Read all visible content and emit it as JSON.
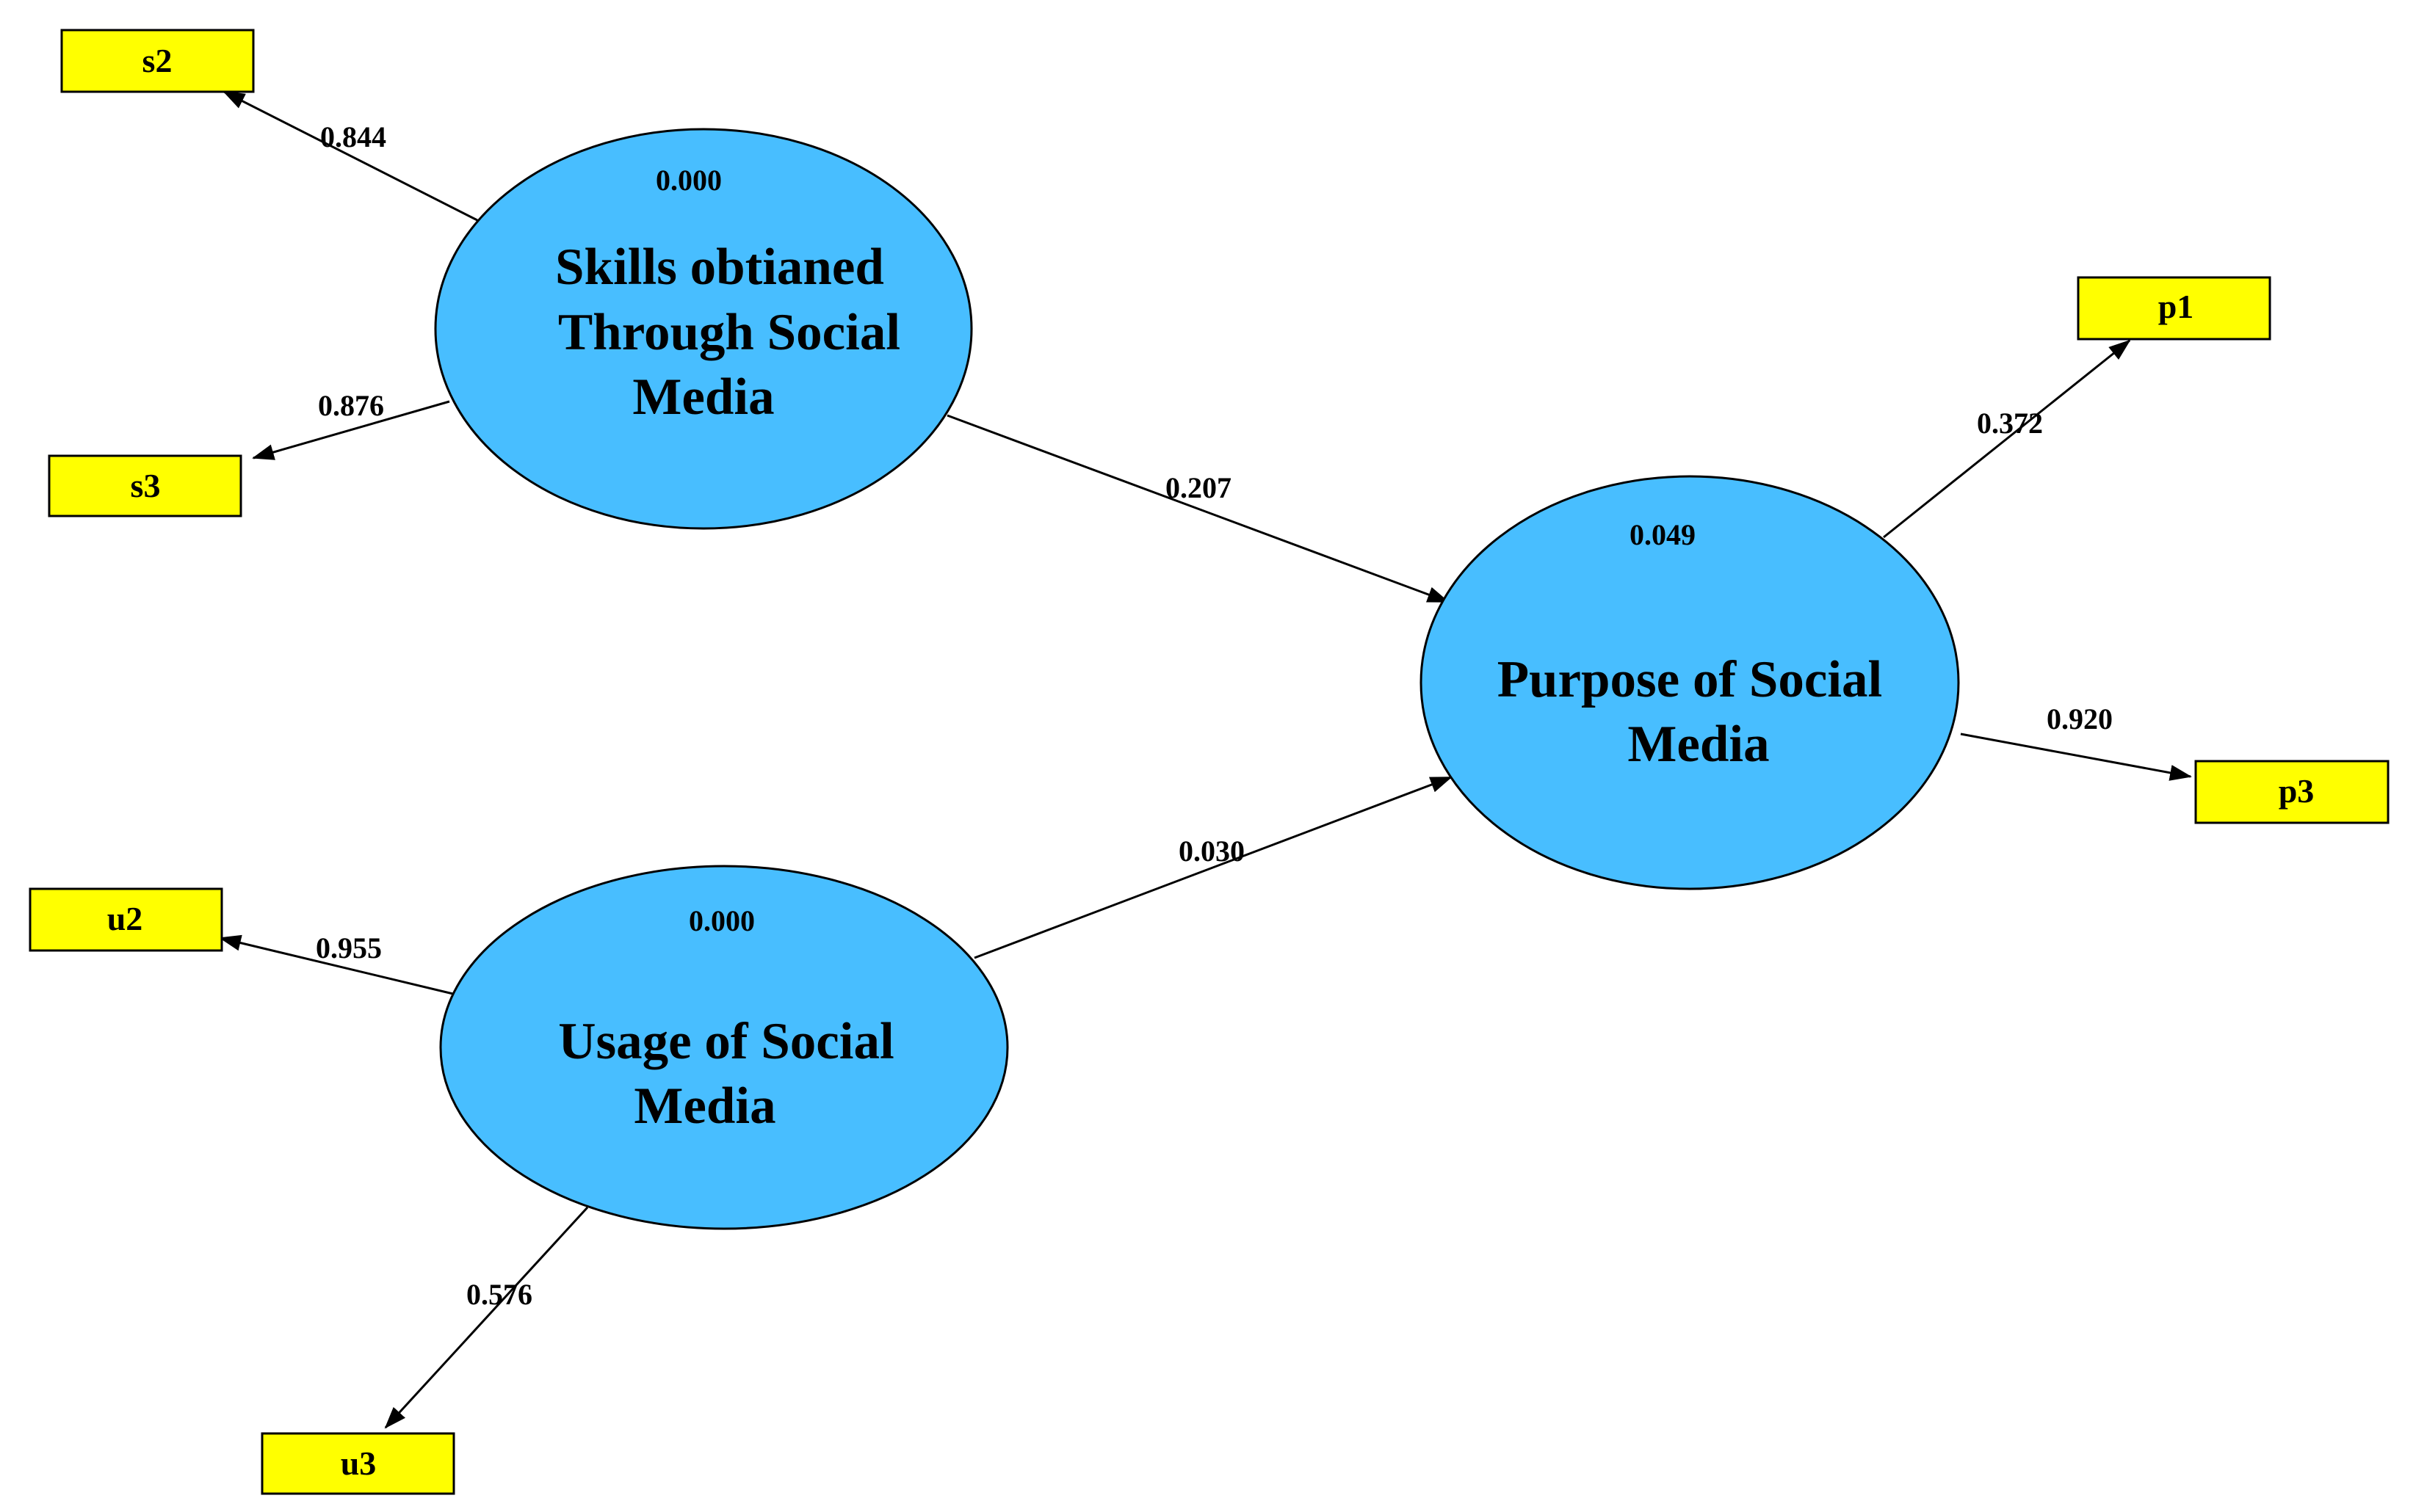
{
  "colors": {
    "construct_fill": "#48BEFF",
    "indicator_fill": "#FFFF00",
    "stroke": "#000000"
  },
  "constructs": {
    "skills": {
      "name_lines": [
        "Skills obtianed",
        "Through Social",
        "Media"
      ],
      "r2": "0.000"
    },
    "usage": {
      "name_lines": [
        "Usage of Social",
        "Media"
      ],
      "r2": "0.000"
    },
    "purpose": {
      "name_lines": [
        "Purpose of Social",
        "Media"
      ],
      "r2": "0.049"
    }
  },
  "indicators": {
    "s2": {
      "label": "s2",
      "loading": "0.844"
    },
    "s3": {
      "label": "s3",
      "loading": "0.876"
    },
    "u2": {
      "label": "u2",
      "loading": "0.955"
    },
    "u3": {
      "label": "u3",
      "loading": "0.576"
    },
    "p1": {
      "label": "p1",
      "loading": "0.372"
    },
    "p3": {
      "label": "p3",
      "loading": "0.920"
    }
  },
  "paths": {
    "skills_to_purpose": "0.207",
    "usage_to_purpose": "0.030"
  }
}
